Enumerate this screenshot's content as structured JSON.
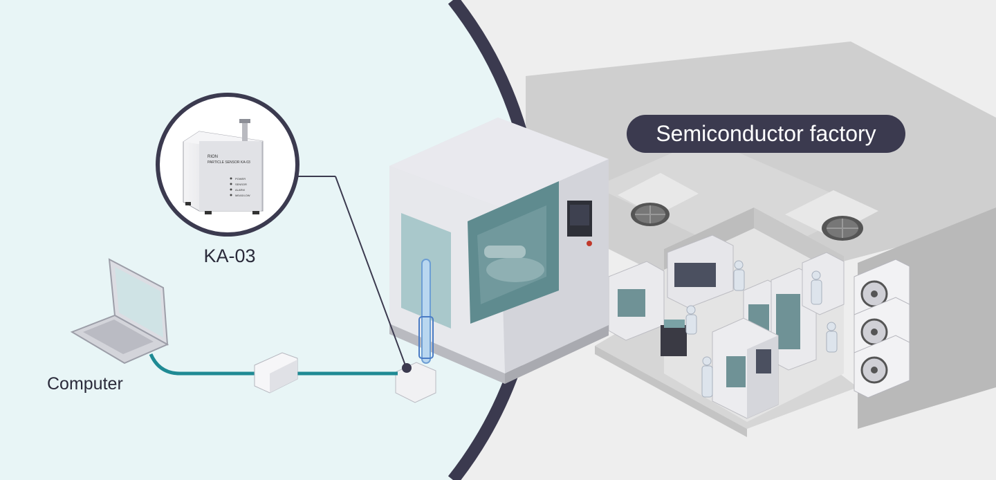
{
  "labels": {
    "sensor_model": "KA-03",
    "computer": "Computer",
    "factory": "Semiconductor factory"
  },
  "sensor_panel_text": {
    "brand": "RION",
    "product": "PARTICLE SENSOR KA-03",
    "indicators": [
      "POWER",
      "SENSOR",
      "ALARM",
      "MEAS/LOW"
    ]
  },
  "colors": {
    "background": "#eeeeee",
    "zoom_area": "#e8f5f6",
    "zoom_ring": "#3b3a4f",
    "cable": "#1f8a94",
    "pill": "#3b3a4f",
    "machine_body": "#dcdde3",
    "glass": "#5f8b8f"
  }
}
